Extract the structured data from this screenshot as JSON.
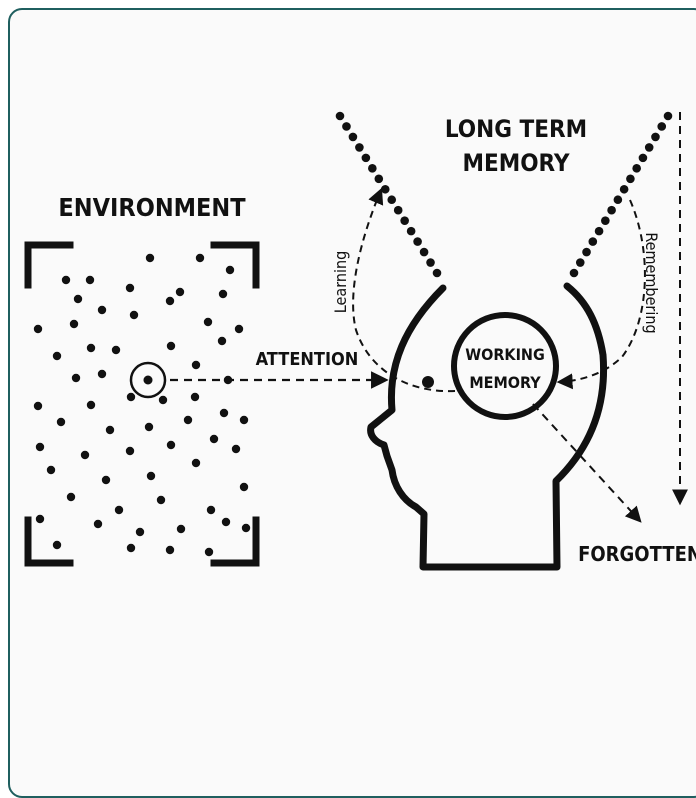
{
  "diagram": {
    "environment_label": "ENVIRONMENT",
    "attention_label": "ATTENTION",
    "long_term_memory_label_line1": "LONG TERM",
    "long_term_memory_label_line2": "MEMORY",
    "working_memory_label_line1": "WORKING",
    "working_memory_label_line2": "MEMORY",
    "learning_label": "Learning",
    "remembering_label": "Remembering",
    "forgotten_label": "FORGOTTEN"
  },
  "colors": {
    "border": "#1f5f5f",
    "background": "#fafafa",
    "ink": "#111111"
  }
}
